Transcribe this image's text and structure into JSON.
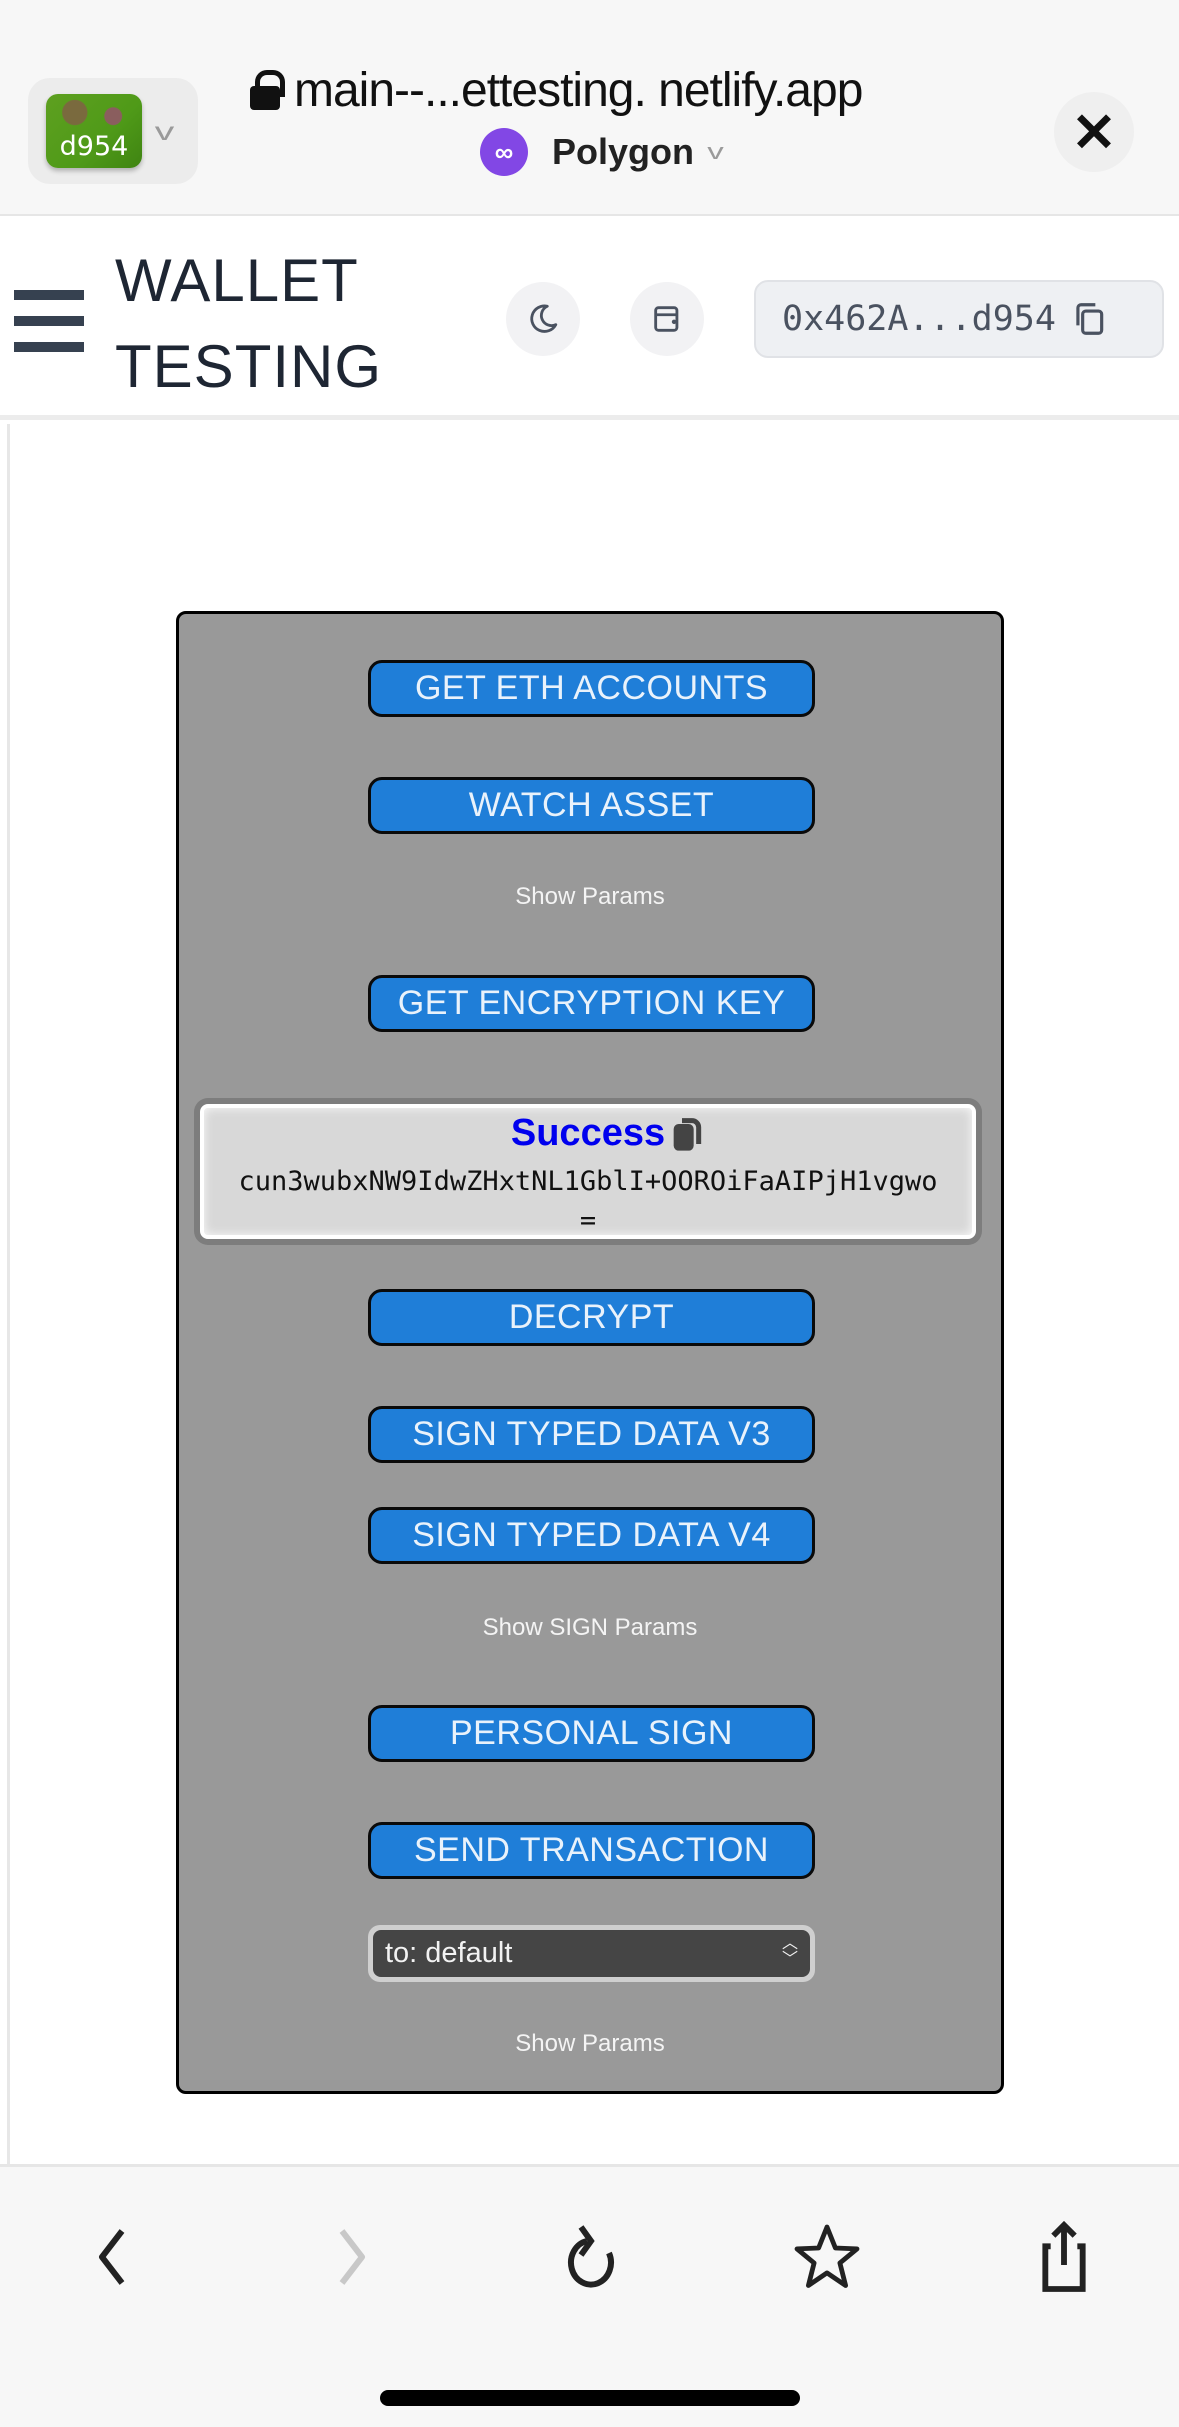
{
  "browser": {
    "account_badge": "d954",
    "url": "main--...ettesting. netlify.app",
    "network": "Polygon",
    "close_glyph": "✕"
  },
  "header": {
    "title_line1": "WALLET",
    "title_line2": "TESTING",
    "address": "0x462A...d954",
    "icons": [
      "menu-icon",
      "moon-icon",
      "wallet-icon",
      "copy-icon"
    ]
  },
  "panel": {
    "buttons": {
      "get_eth_accounts": "GET ETH ACCOUNTS",
      "watch_asset": "WATCH ASSET",
      "get_encryption_key": "GET ENCRYPTION KEY",
      "decrypt": "DECRYPT",
      "sign_typed_v3": "SIGN TYPED DATA V3",
      "sign_typed_v4": "SIGN TYPED DATA V4",
      "personal_sign": "PERSONAL SIGN",
      "send_transaction": "SEND TRANSACTION"
    },
    "links": {
      "show_params_1": "Show Params",
      "show_sign_params": "Show SIGN Params",
      "show_params_2": "Show Params"
    },
    "result": {
      "status": "Success",
      "value": "cun3wubxNW9IdwZHxtNL1GblI+OOROiFaAIPjH1vgwo="
    },
    "select": {
      "value": "to: default"
    }
  },
  "bottom_bar": {
    "icons": [
      "back-icon",
      "forward-icon",
      "reload-icon",
      "bookmark-star-icon",
      "share-icon"
    ],
    "forward_enabled": false
  },
  "colors": {
    "button_blue": "#1f7ed8",
    "panel_gray": "#999999",
    "success_blue": "#0000ee",
    "polygon_purple": "#8247e5"
  }
}
